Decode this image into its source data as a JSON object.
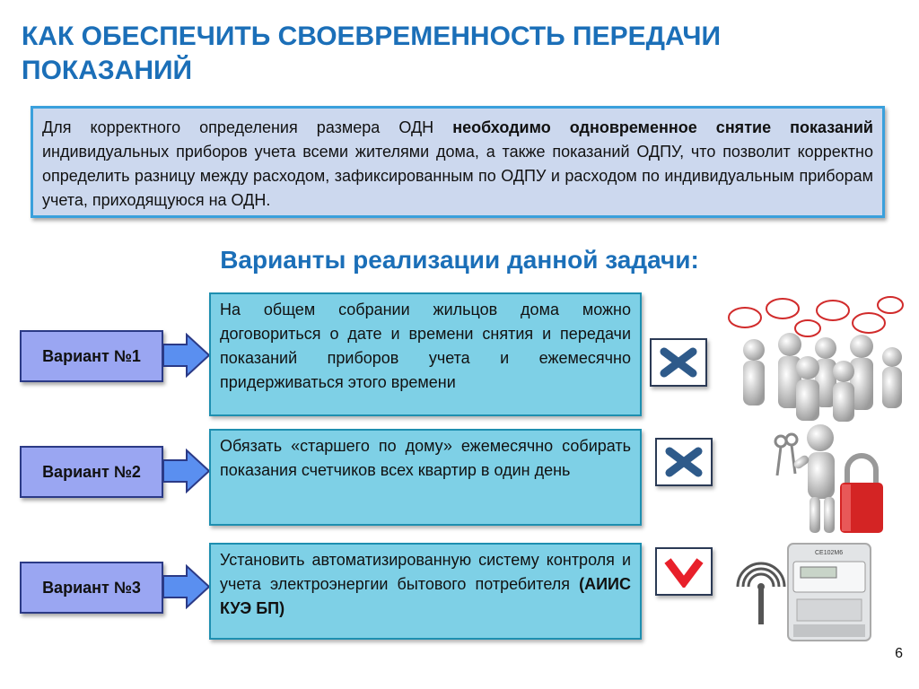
{
  "slide": {
    "title": "КАК ОБЕСПЕЧИТЬ СВОЕВРЕМЕННОСТЬ  ПЕРЕДАЧИ ПОКАЗАНИЙ",
    "intro_part1": "Для корректного определения размера ОДН ",
    "intro_bold": "необходимо одновременное снятие показаний",
    "intro_part2": " индивидуальных приборов учета всеми жителями дома, а также показаний ОДПУ, что позволит корректно определить разницу между расходом, зафиксированным по ОДПУ и расходом по индивидуальным приборам учета, приходящуюся на ОДН.",
    "subtitle": "Варианты реализации данной задачи:",
    "page_number": "6"
  },
  "variants": [
    {
      "label": "Вариант №1",
      "description": "На общем собрании жильцов дома можно договориться о дате и времени снятия и передачи показаний приборов учета и ежемесячно придерживаться этого времени",
      "status": "rejected",
      "status_icon": "cross-icon",
      "illustration": "people-discussion-icon"
    },
    {
      "label": "Вариант №2",
      "description": "Обязать «старшего по дому» ежемесячно собирать показания счетчиков всех квартир  в один день",
      "status": "rejected",
      "status_icon": "cross-icon",
      "illustration": "person-keys-lock-icon"
    },
    {
      "label": "Вариант №3",
      "description_part1": "Установить автоматизированную систему контроля и учета электроэнергии бытового потребителя ",
      "description_bold": "(АИИС КУЭ БП)",
      "status": "approved",
      "status_icon": "check-icon",
      "illustration": "electricity-meter-icon",
      "meter_model": "СЕ102М6"
    }
  ],
  "colors": {
    "title": "#1b6fb8",
    "variant_box": "#9aa6f2",
    "description_box": "#7ed0e6",
    "intro_box": "#ccd8ee",
    "cross": "#2e5a8a",
    "check": "#e8202a"
  }
}
